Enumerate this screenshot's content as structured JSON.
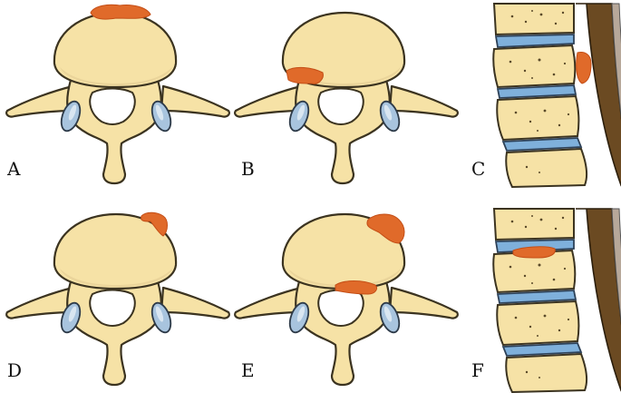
{
  "figure": {
    "panels": [
      {
        "id": "A",
        "label": "A",
        "view": "axial",
        "lesion_site": "anterior-center"
      },
      {
        "id": "B",
        "label": "B",
        "view": "axial",
        "lesion_site": "posterior-left"
      },
      {
        "id": "C",
        "label": "C",
        "view": "sagittal",
        "lesion_site": "posterior-vertebral-body"
      },
      {
        "id": "D",
        "label": "D",
        "view": "axial",
        "lesion_site": "anterior-right"
      },
      {
        "id": "E",
        "label": "E",
        "view": "axial",
        "lesion_site": "anterior-right-and-posterior"
      },
      {
        "id": "F",
        "label": "F",
        "view": "sagittal",
        "lesion_site": "intervertebral-disc"
      }
    ],
    "colors": {
      "bone": "#f6e2a6",
      "disc": "#7fb0db",
      "lesion": "#e06a2a",
      "spinal_cord": "#6b4a22",
      "facet": "#a8c4de"
    }
  }
}
